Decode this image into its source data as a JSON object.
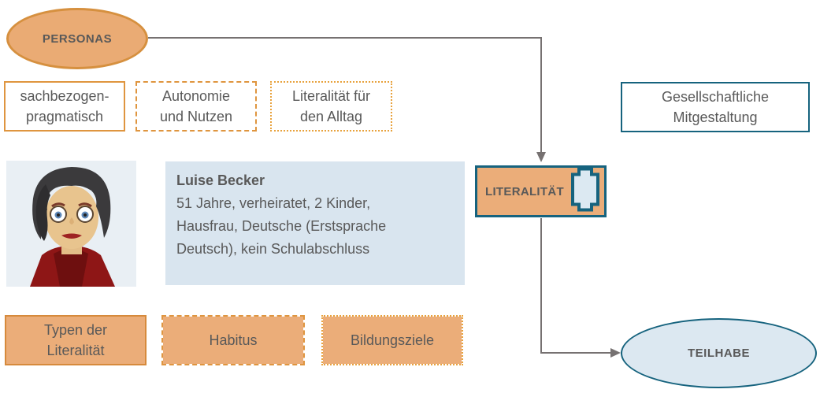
{
  "colors": {
    "orange_fill": "#EBAD79",
    "orange_border": "#DF953F",
    "teal_border": "#16637E",
    "light_blue_fill": "#D9E5EF",
    "text_gray": "#595959",
    "connector_gray": "#767171"
  },
  "nodes": {
    "personas_label": "PERSONAS",
    "teilhabe_label": "TEILHABE",
    "literalitaet_label": "LITERALITÄT",
    "literalitaet_icon": "tablet-book-icon"
  },
  "top_row": [
    {
      "line1": "sachbezogen-",
      "line2": "pragmatisch"
    },
    {
      "line1": "Autonomie",
      "line2": "und Nutzen"
    },
    {
      "line1": "Literalität für",
      "line2": "den Alltag"
    }
  ],
  "right_box": {
    "line1": "Gesellschaftliche",
    "line2": "Mitgestaltung"
  },
  "persona_card": {
    "name": "Luise Becker",
    "line1": "51 Jahre, verheiratet, 2 Kinder,",
    "line2": "Hausfrau, Deutsche (Erstsprache",
    "line3": "Deutsch), kein Schulabschluss"
  },
  "bottom_row": [
    {
      "line1": "Typen der",
      "line2": "Literalität"
    },
    {
      "line1": "Habitus",
      "line2": ""
    },
    {
      "line1": "Bildungsziele",
      "line2": ""
    }
  ]
}
